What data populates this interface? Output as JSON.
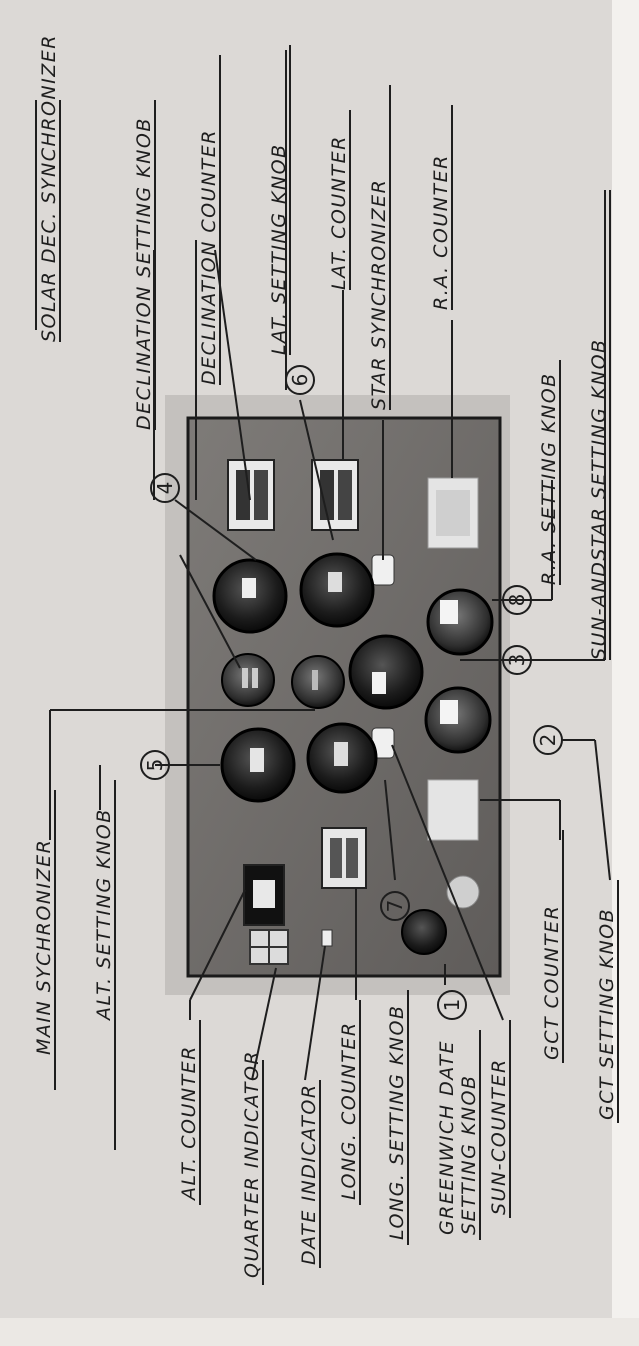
{
  "labels": {
    "solar_dec_synchronizer": "SOLAR DEC. SYNCHRONIZER",
    "declination_setting_knob": "DECLINATION SETTING KNOB",
    "declination_counter": "DECLINATION COUNTER",
    "lat_setting_knob": "LAT. SETTING KNOB",
    "lat_counter": "LAT. COUNTER",
    "star_synchronizer": "STAR SYNCHRONIZER",
    "ra_counter": "R.A. COUNTER",
    "ra_setting_knob": "R.A. SETTING KNOB",
    "sun_and_star_setting_knob": "SUN-ANDSTAR SETTING KNOB",
    "main_sychronizer": "MAIN SYCHRONIZER",
    "alt_setting_knob": "ALT. SETTING KNOB",
    "alt_counter": "ALT. COUNTER",
    "quarter_indicator": "QUARTER INDICATOR",
    "date_indicator": "DATE INDICATOR",
    "long_counter": "LONG. COUNTER",
    "long_setting_knob": "LONG. SETTING KNOB",
    "greenwich_date_line1": "GREENWICH DATE",
    "greenwich_date_line2": "SETTING KNOB",
    "sun_counter": "SUN-COUNTER",
    "gct_counter": "GCT COUNTER",
    "gct_setting_knob": "GCT SETTING KNOB"
  },
  "callouts": {
    "n1": "1",
    "n2": "2",
    "n3": "3",
    "n4": "4",
    "n5": "5",
    "n6": "6",
    "n7": "7",
    "n8": "8"
  }
}
